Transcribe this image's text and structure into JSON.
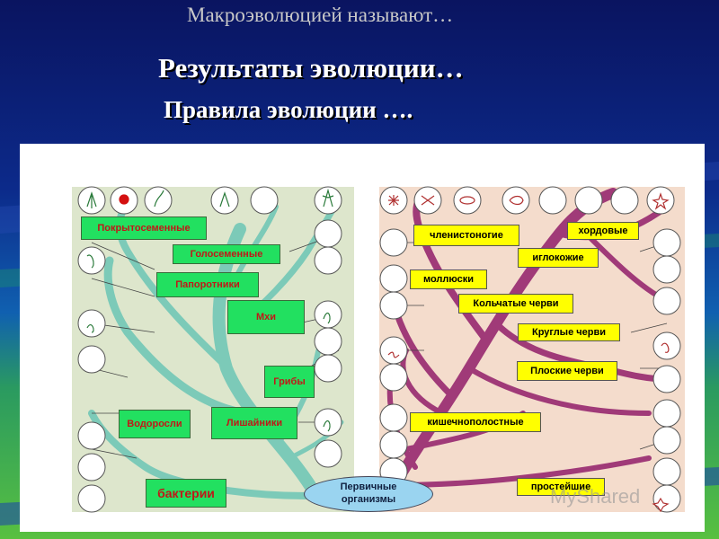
{
  "slide": {
    "subtitle": "Макроэволюцией называют…",
    "title": "Результаты эволюции…",
    "rules": "Правила эволюции …."
  },
  "plants": {
    "angiosperms": "Покрытосеменные",
    "gymnosperms": "Голосеменные",
    "ferns": "Папоротники",
    "mosses": "Мхи",
    "fungi": "Грибы",
    "algae": "Водоросли",
    "lichens": "Лишайники",
    "bacteria": "бактерии"
  },
  "animals": {
    "arthropods": "членистоногие",
    "chordates": "хордовые",
    "echinoderms": "иглокожие",
    "molluscs": "моллюски",
    "annelids": "Кольчатые черви",
    "roundworms": "Круглые черви",
    "flatworms": "Плоские черви",
    "cnidarians": "кишечнополостные",
    "protozoa": "простейшие"
  },
  "root": {
    "line1": "Первичные",
    "line2": "организмы"
  },
  "colors": {
    "plant_branch": "#7ccab8",
    "animal_branch": "#a03a78",
    "plant_bg": "#dde6cc",
    "animal_bg": "#f4dccc",
    "plant_label_bg": "#22e060",
    "plant_label_text": "#c01818",
    "animal_label_bg": "#ffff00"
  },
  "icons": [
    "organism-circle-icon"
  ],
  "watermark": "MyShared"
}
